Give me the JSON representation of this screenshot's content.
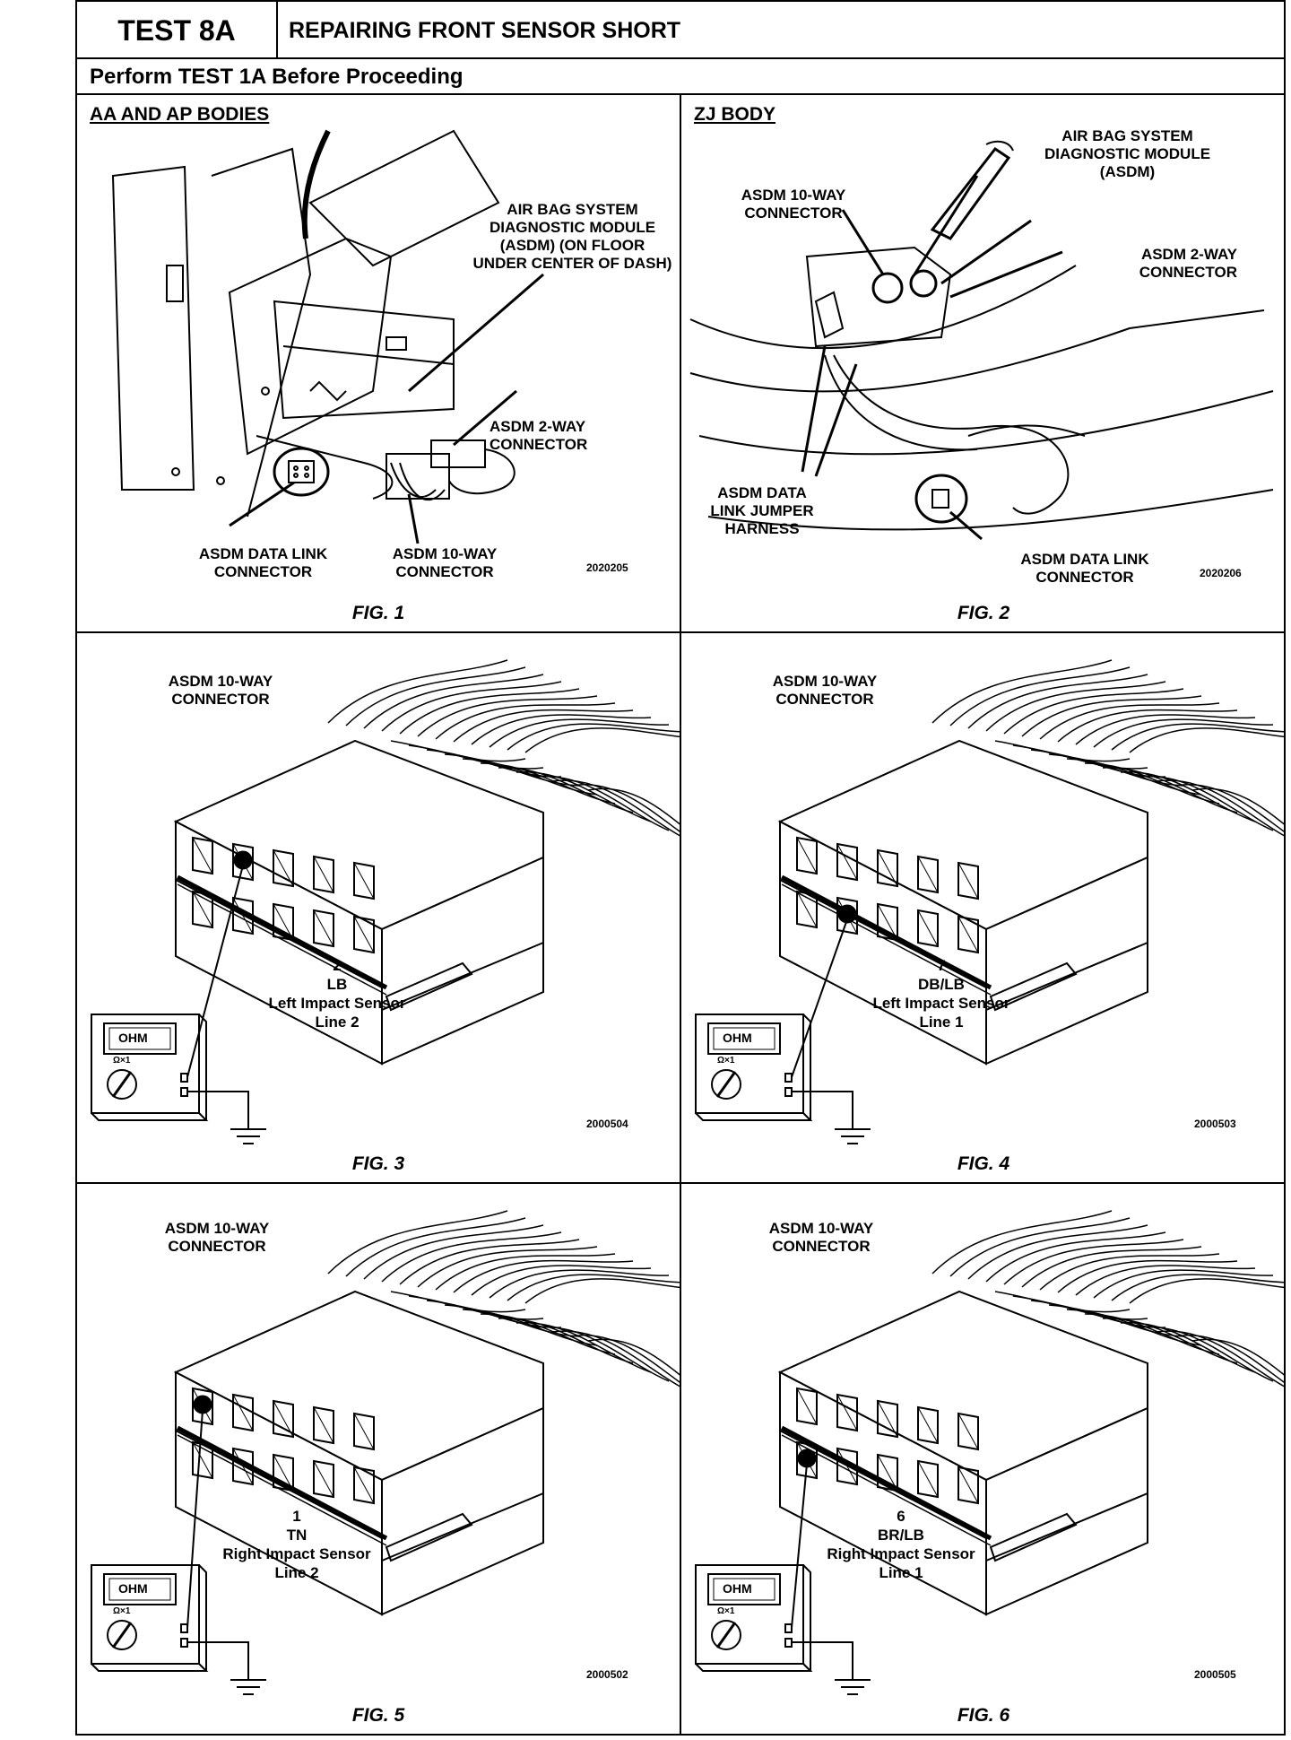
{
  "header": {
    "test_id": "TEST 8A",
    "title": "REPAIRING FRONT SENSOR SHORT",
    "prerequisite": "Perform TEST 1A Before Proceeding"
  },
  "fig1": {
    "section": "AA AND AP BODIES",
    "asdm_label": "AIR BAG SYSTEM DIAGNOSTIC MODULE (ASDM) (ON FLOOR UNDER CENTER OF DASH)",
    "two_way_label": "ASDM 2-WAY CONNECTOR",
    "data_link_label": "ASDM DATA LINK CONNECTOR",
    "ten_way_label": "ASDM 10-WAY CONNECTOR",
    "code": "2020205",
    "caption": "FIG. 1"
  },
  "fig2": {
    "section": "ZJ BODY",
    "asdm_label": "AIR BAG SYSTEM DIAGNOSTIC MODULE (ASDM)",
    "ten_way_label": "ASDM 10-WAY CONNECTOR",
    "two_way_label": "ASDM 2-WAY CONNECTOR",
    "jumper_label": "ASDM DATA LINK JUMPER HARNESS",
    "data_link_label": "ASDM DATA LINK CONNECTOR",
    "code": "2020206",
    "caption": "FIG. 2"
  },
  "meter": {
    "display": "OHM",
    "range": "Ω×1"
  },
  "fig3": {
    "connector": "ASDM 10-WAY CONNECTOR",
    "pin": "2",
    "wire": "LB",
    "circuit": "Left Impact Sensor Line 2",
    "code": "2000504",
    "caption": "FIG. 3"
  },
  "fig4": {
    "connector": "ASDM 10-WAY CONNECTOR",
    "pin": "7",
    "wire": "DB/LB",
    "circuit": "Left Impact Sensor Line 1",
    "code": "2000503",
    "caption": "FIG. 4"
  },
  "fig5": {
    "connector": "ASDM 10-WAY CONNECTOR",
    "pin": "1",
    "wire": "TN",
    "circuit": "Right Impact Sensor Line 2",
    "code": "2000502",
    "caption": "FIG. 5"
  },
  "fig6": {
    "connector": "ASDM 10-WAY CONNECTOR",
    "pin": "6",
    "wire": "BR/LB",
    "circuit": "Right Impact Sensor Line 1",
    "code": "2000505",
    "caption": "FIG. 6"
  }
}
